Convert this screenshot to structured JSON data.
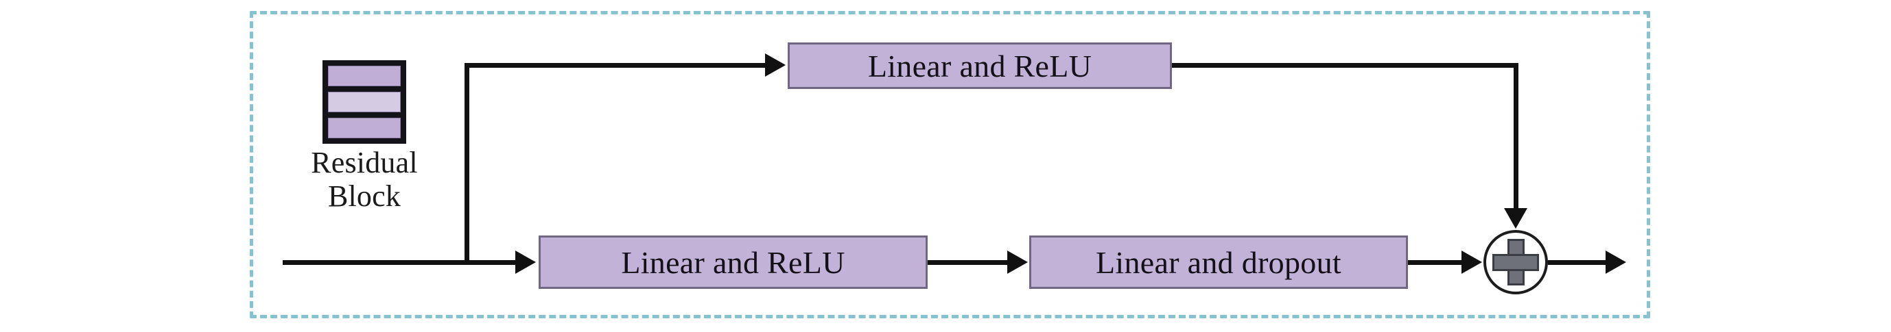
{
  "figure": {
    "type": "residual-block-architecture-diagram",
    "background_color": "#ffffff",
    "frame": {
      "style": "dashed",
      "color": "#86c3d0"
    }
  },
  "legend": {
    "stack_icon_name": "residual-block-stack-icon",
    "label_line1": "Residual",
    "label_line2": "Block",
    "band_color_dark": "#c0aed7",
    "band_color_light": "#d5cbe3",
    "band_outline": "#15131a"
  },
  "nodes": {
    "top_branch": {
      "label": "Linear and ReLU",
      "fill": "#c3b2d8",
      "stroke": "#6f6880"
    },
    "bottom_first": {
      "label": "Linear and ReLU",
      "fill": "#c3b2d8",
      "stroke": "#6f6880"
    },
    "bottom_second": {
      "label": "Linear and dropout",
      "fill": "#c3b2d8",
      "stroke": "#6f6880"
    },
    "sum": {
      "symbol": "+",
      "name": "addition-operator",
      "glyph_fill": "#6e7179",
      "circle_stroke": "#1c1c1c"
    }
  },
  "edges": {
    "wire_color": "#111111",
    "connections": [
      "input -> split",
      "split -> top Linear and ReLU",
      "top Linear and ReLU -> sum",
      "split -> bottom Linear and ReLU",
      "bottom Linear and ReLU -> Linear and dropout",
      "Linear and dropout -> sum",
      "sum -> output"
    ]
  }
}
